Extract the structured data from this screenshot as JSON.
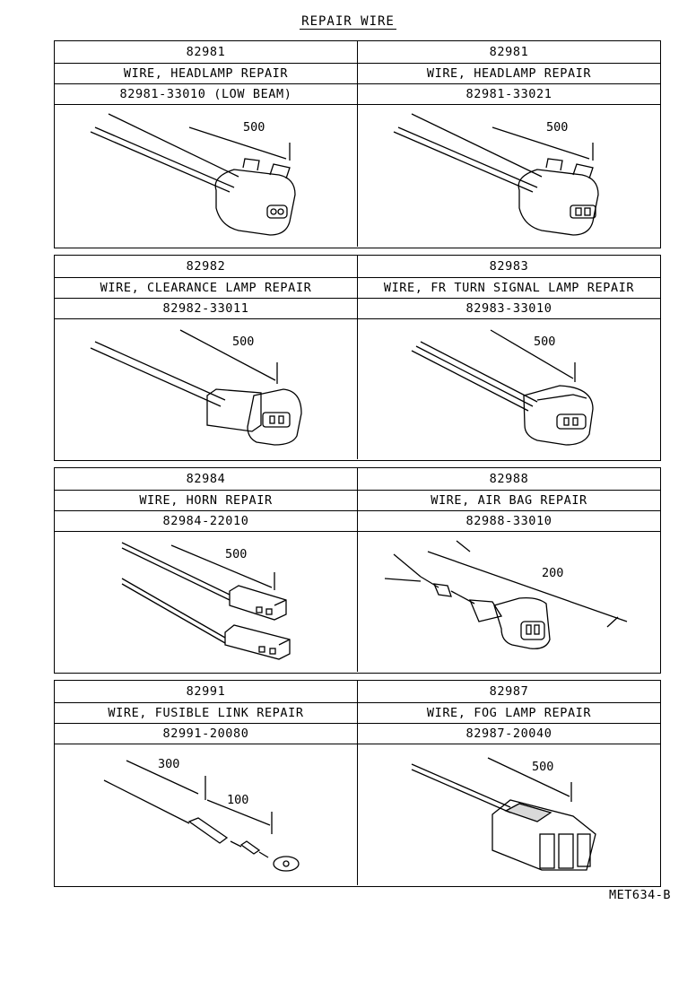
{
  "title": "REPAIR WIRE",
  "footer_code": "MET634-B",
  "panels": [
    {
      "code": "82981",
      "name": "WIRE, HEADLAMP REPAIR",
      "part": "82981-33010 (LOW BEAM)",
      "dims": [
        "500"
      ]
    },
    {
      "code": "82981",
      "name": "WIRE, HEADLAMP REPAIR",
      "part": "82981-33021",
      "dims": [
        "500"
      ]
    },
    {
      "code": "82982",
      "name": "WIRE, CLEARANCE LAMP REPAIR",
      "part": "82982-33011",
      "dims": [
        "500"
      ]
    },
    {
      "code": "82983",
      "name": "WIRE, FR TURN SIGNAL LAMP REPAIR",
      "part": "82983-33010",
      "dims": [
        "500"
      ]
    },
    {
      "code": "82984",
      "name": "WIRE, HORN REPAIR",
      "part": "82984-22010",
      "dims": [
        "500"
      ]
    },
    {
      "code": "82988",
      "name": "WIRE, AIR BAG REPAIR",
      "part": "82988-33010",
      "dims": [
        "200"
      ]
    },
    {
      "code": "82991",
      "name": "WIRE, FUSIBLE LINK REPAIR",
      "part": "82991-20080",
      "dims": [
        "300",
        "100"
      ]
    },
    {
      "code": "82987",
      "name": "WIRE, FOG LAMP REPAIR",
      "part": "82987-20040",
      "dims": [
        "500"
      ]
    }
  ]
}
